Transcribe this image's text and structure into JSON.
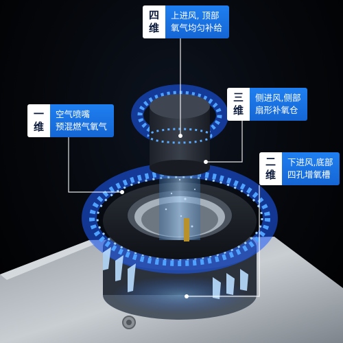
{
  "callouts": [
    {
      "id": "four",
      "label": "四维",
      "line1": "上进风, 顶部",
      "line2": "氧气均匀补给"
    },
    {
      "id": "one",
      "label": "一维",
      "line1": "空气喷嘴",
      "line2": "预混燃气氧气"
    },
    {
      "id": "three",
      "label": "三维",
      "line1": "侧进风,侧部",
      "line2": "扇形补氧仓"
    },
    {
      "id": "two",
      "label": "二维",
      "line1": "下进风,底部",
      "line2": "四孔增氧槽"
    }
  ],
  "colors": {
    "accent_blue": "#1f7ff0",
    "flame_blue": "#2f7bff",
    "tag_text": "#0b1a3a"
  }
}
